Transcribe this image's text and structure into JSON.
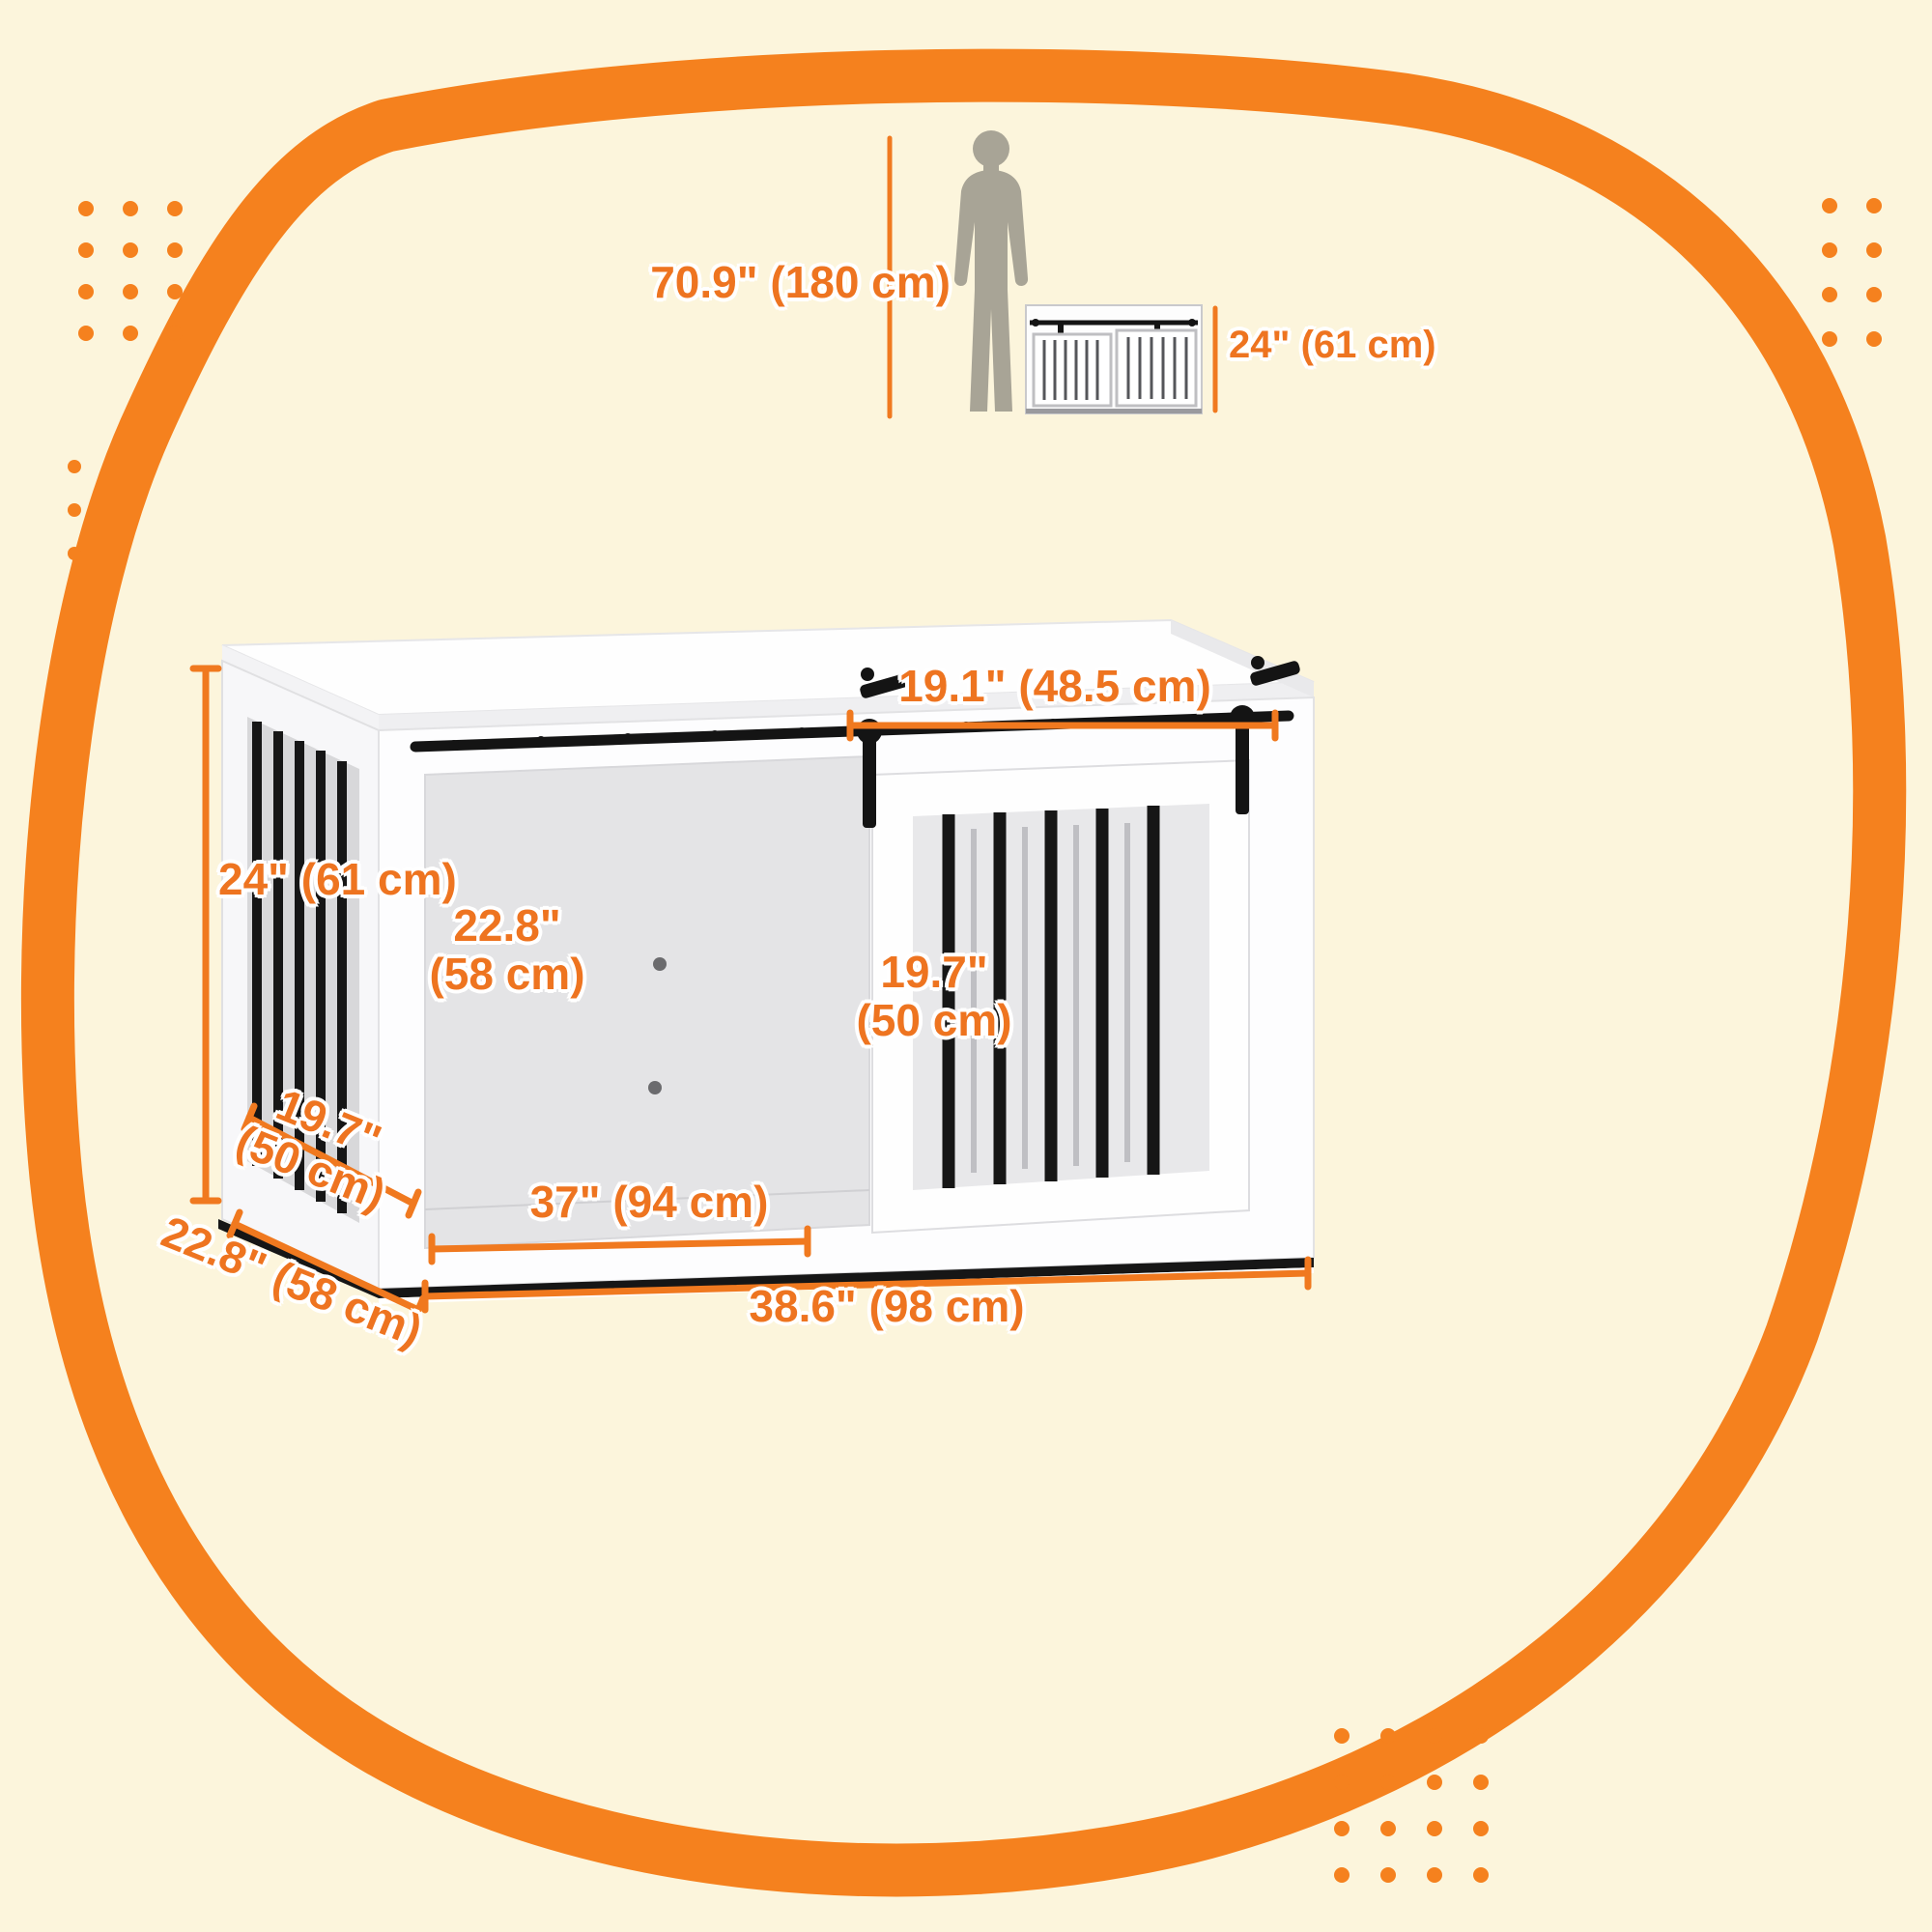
{
  "reference": {
    "person_height": "70.9\" (180 cm)",
    "crate_height_small": "24\" (61 cm)"
  },
  "dims": {
    "door_opening_width": "19.1\" (48.5 cm)",
    "overall_height": "24\" (61 cm)",
    "interior_height_in": "22.8\"",
    "interior_height_cm": "(58 cm)",
    "door_height_in": "19.7\"",
    "door_height_cm": "(50 cm)",
    "interior_depth_in": "19.7\"",
    "interior_depth_cm": "(50 cm)",
    "interior_width": "37\" (94 cm)",
    "overall_depth": "22.8\" (58 cm)",
    "overall_width": "38.6\" (98 cm)"
  },
  "colors": {
    "background": "#FCF5DC",
    "accent_orange": "#F5811E",
    "dimension_text": "#EE7420",
    "silhouette_gray": "#A8A496",
    "hardware_black": "#141414",
    "crate_white": "#FEFEFE",
    "interior_gray": "#E4E4E6"
  },
  "icons": {
    "person": "person-silhouette-icon",
    "thumbnail": "crate-thumbnail-icon",
    "illustration": "dog-crate-illustration"
  }
}
